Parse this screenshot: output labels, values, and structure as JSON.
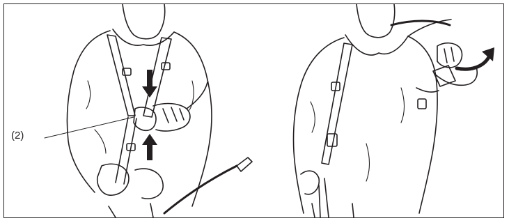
{
  "figures": [
    {
      "id": "left",
      "callout_label": "(2)"
    },
    {
      "id": "right"
    }
  ],
  "colors": {
    "ink": "#231f20",
    "paper": "#ffffff"
  },
  "icons": [
    "down-arrow-icon",
    "up-arrow-icon",
    "curved-arrow-icon"
  ]
}
